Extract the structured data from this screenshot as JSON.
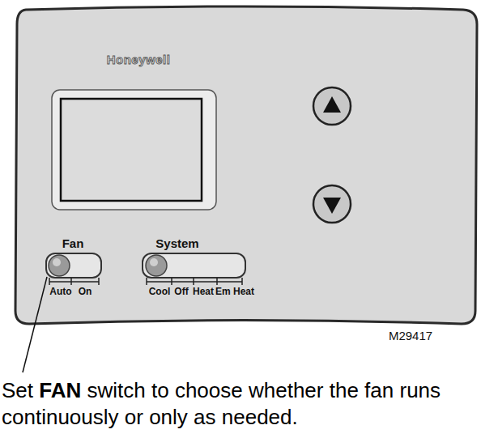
{
  "diagram": {
    "caption": "Set FAN switch to choose whether the fan runs continuously or only as needed.",
    "labels": [
      "Honeywell",
      "Fan",
      "Auto",
      "On",
      "System",
      "Cool",
      "Off",
      "Heat",
      "Em Heat",
      "M29417"
    ]
  }
}
